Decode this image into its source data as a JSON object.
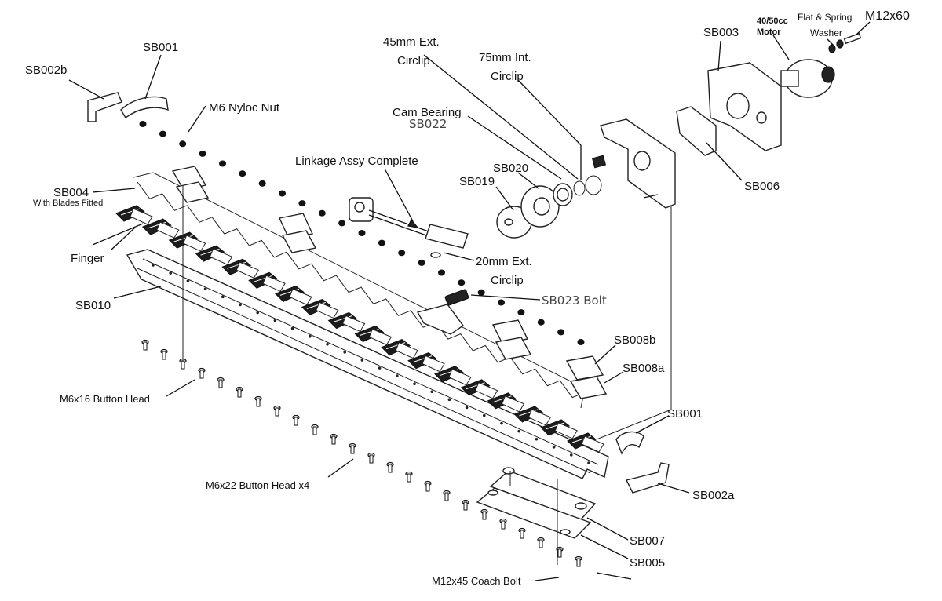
{
  "labels": {
    "sb002b": "SB002b",
    "sb001_top": "SB001",
    "m6_nyloc": "M6 Nyloc Nut",
    "sb004": "SB004",
    "sb004_sub": "With Blades Fitted",
    "finger": "Finger",
    "sb010": "SB010",
    "m6x16": "M6x16 Button Head",
    "m6x22": "M6x22 Button Head x4",
    "m12x45": "M12x45 Coach Bolt",
    "linkage": "Linkage Assy Complete",
    "circlip45_l1": "45mm Ext.",
    "circlip45_l2": "Circlip",
    "circlip75_l1": "75mm Int.",
    "circlip75_l2": "Circlip",
    "cam_bearing": "Cam Bearing",
    "sb022": "SB022",
    "sb020": "SB020",
    "sb019": "SB019",
    "circlip20_l1": "20mm Ext.",
    "circlip20_l2": "Circlip",
    "sb023": "SB023 Bolt",
    "sb003": "SB003",
    "motor_l1": "40/50cc",
    "motor_l2": "Motor",
    "washer_l1": "Flat & Spring",
    "washer_l2": "Washer",
    "m12x60": "M12x60",
    "sb006": "SB006",
    "sb008b": "SB008b",
    "sb008a": "SB008a",
    "sb001_bot": "SB001",
    "sb002a": "SB002a",
    "sb007": "SB007",
    "sb005": "SB005"
  }
}
